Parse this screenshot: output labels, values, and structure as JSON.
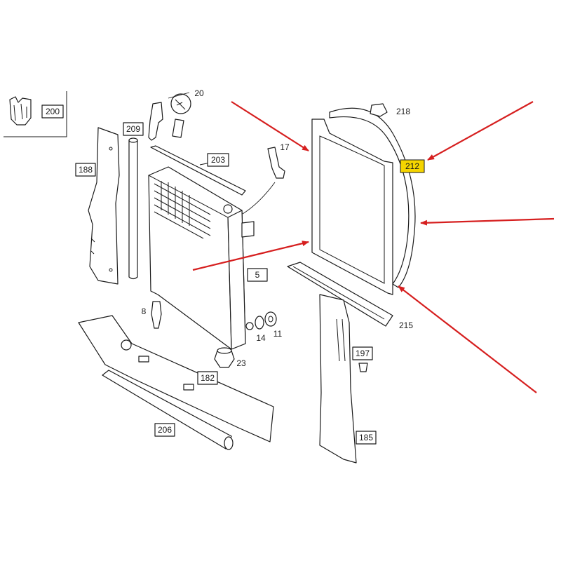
{
  "callouts": {
    "c200": "200",
    "c20": "20",
    "c209": "209",
    "c188": "188",
    "c203": "203",
    "c17": "17",
    "c218": "218",
    "c212": "212",
    "c5": "5",
    "c8": "8",
    "c14": "14",
    "c11": "11",
    "c23": "23",
    "c215": "215",
    "c197": "197",
    "c182": "182",
    "c206": "206",
    "c185": "185"
  },
  "colors": {
    "highlight": "#f5d400",
    "arrow": "#d61f1f",
    "line": "#1a1a1a"
  }
}
